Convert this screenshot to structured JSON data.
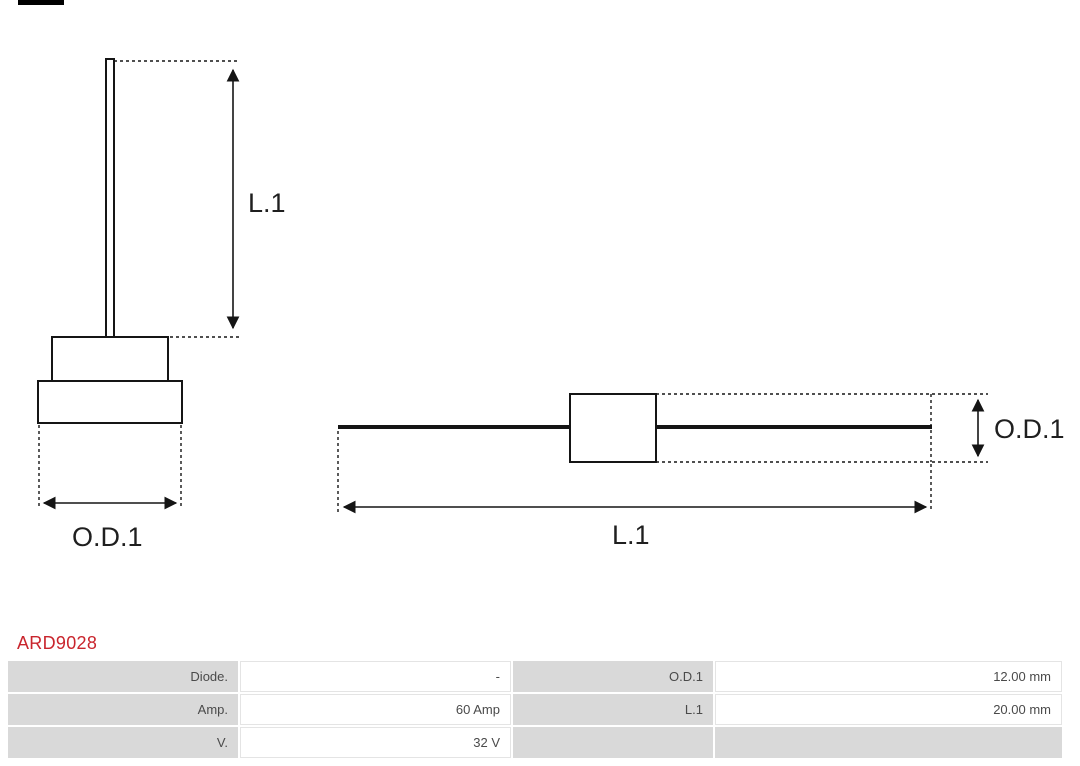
{
  "product": {
    "code": "ARD9028",
    "code_color": "#c9252d"
  },
  "diagram": {
    "labels": {
      "left_length": "L.1",
      "left_diameter": "O.D.1",
      "right_diameter": "O.D.1",
      "right_length": "L.1"
    },
    "line_color": "#151515",
    "figures": [
      "press-fit-diode-side-view",
      "axial-diode-side-view"
    ]
  },
  "specs": {
    "label_cell_color": "#d9d9d9",
    "rows": [
      {
        "label1": "Diode.",
        "value1": "-",
        "label2": "O.D.1",
        "value2": "12.00 mm"
      },
      {
        "label1": "Amp.",
        "value1": "60 Amp",
        "label2": "L.1",
        "value2": "20.00 mm"
      },
      {
        "label1": "V.",
        "value1": "32 V",
        "label2": "",
        "value2": ""
      }
    ]
  }
}
